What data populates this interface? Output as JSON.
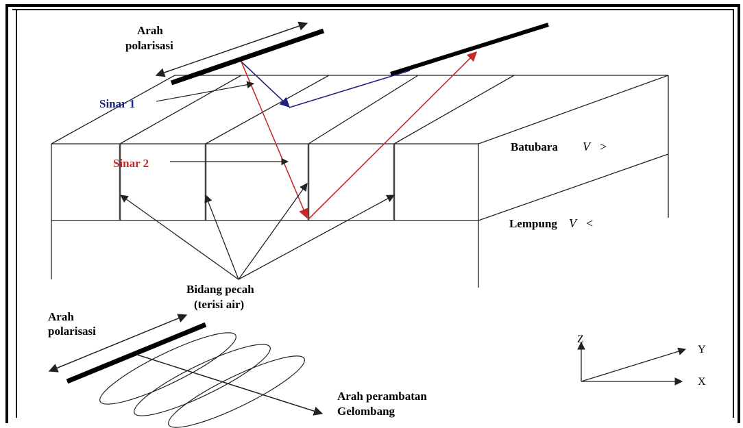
{
  "colors": {
    "border": "#000000",
    "ray1": "#1a237e",
    "ray2": "#c62828",
    "lines": "#222222"
  },
  "labels": {
    "polarization_top_line1": "Arah",
    "polarization_top_line2": "polarisasi",
    "ray1": "Sinar 1",
    "ray2": "Sinar 2",
    "coal_name": "Batubara",
    "coal_symbol": "V",
    "coal_relation": ">",
    "clay_name": "Lempung",
    "clay_symbol": "V",
    "clay_relation": "<",
    "fracture_line1": "Bidang pecah",
    "fracture_line2": "(terisi air)",
    "polarization_bottom_line1": "Arah",
    "polarization_bottom_line2": "polarisasi",
    "propagation_line1": "Arah perambatan",
    "propagation_line2": "Gelombang",
    "axis_z": "Z",
    "axis_y": "Y",
    "axis_x": "X"
  }
}
